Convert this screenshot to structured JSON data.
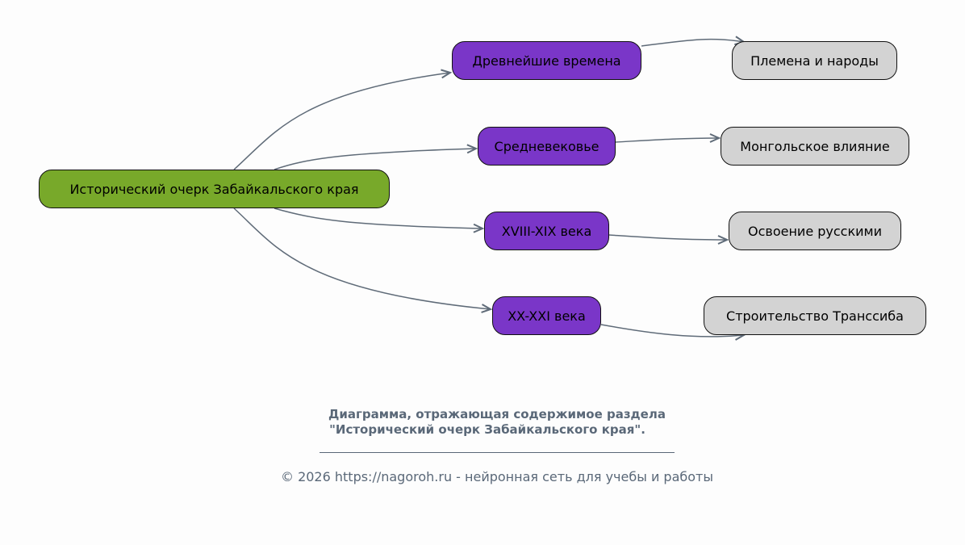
{
  "colors": {
    "root": "#78a92a",
    "branch": "#7a36c8",
    "leaf": "#d3d3d3",
    "edge": "#5f6b78"
  },
  "root": {
    "label": "Исторический очерк Забайкальского края"
  },
  "branches": [
    {
      "label": "Древнейшие времена",
      "leaf": "Племена и народы"
    },
    {
      "label": "Средневековье",
      "leaf": "Монгольское влияние"
    },
    {
      "label": "XVIII-XIX века",
      "leaf": "Освоение русскими"
    },
    {
      "label": "XX-XXI века",
      "leaf": "Строительство Транссиба"
    }
  ],
  "caption": {
    "line1": "Диаграмма, отражающая содержимое раздела",
    "line2": "\"Исторический очерк Забайкальского края\"."
  },
  "footer": "© 2026 https://nagoroh.ru - нейронная сеть для учебы и работы"
}
